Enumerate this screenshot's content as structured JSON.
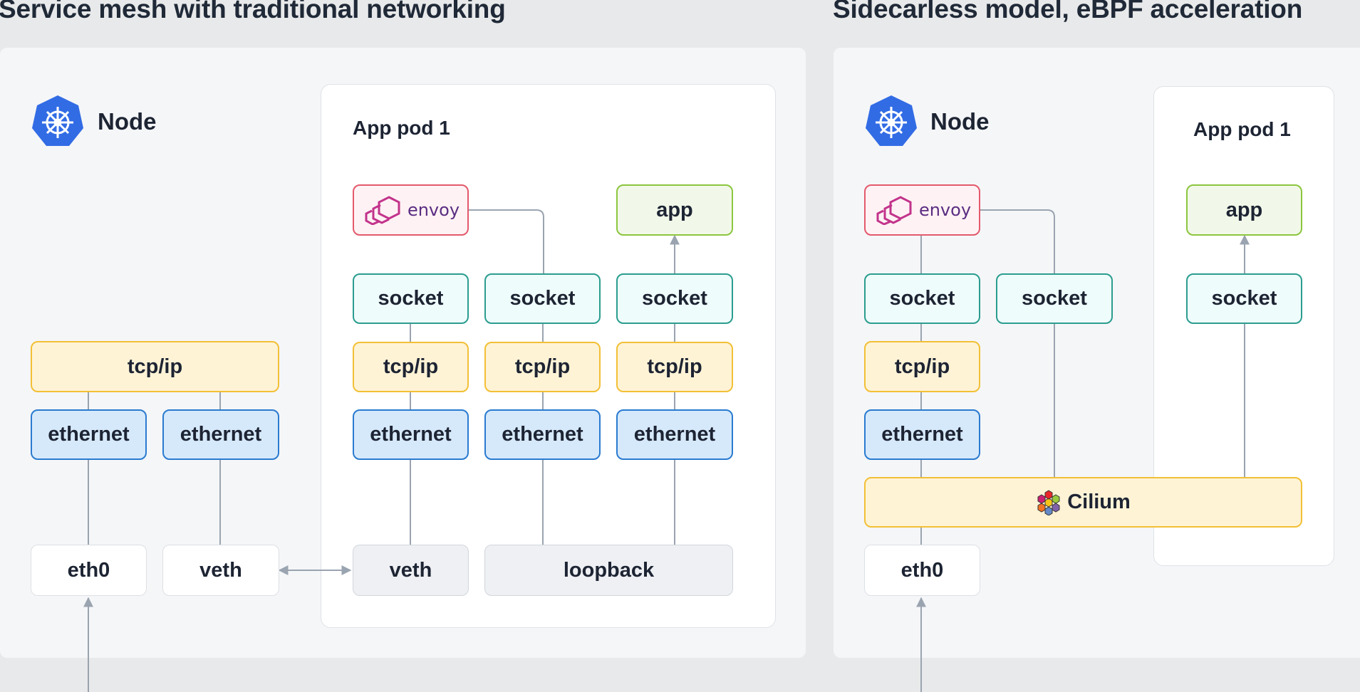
{
  "left": {
    "heading": "Service mesh with traditional networking",
    "node_label": "Node",
    "pod_label": "App pod 1",
    "envoy": "envoy",
    "app": "app",
    "socket": "socket",
    "tcpip": "tcp/ip",
    "ethernet": "ethernet",
    "eth0": "eth0",
    "veth": "veth",
    "loopback": "loopback"
  },
  "right": {
    "heading": "Sidecarless model, eBPF acceleration",
    "node_label": "Node",
    "pod_label": "App pod 1",
    "envoy": "envoy",
    "app": "app",
    "socket": "socket",
    "tcpip": "tcp/ip",
    "ethernet": "ethernet",
    "cilium": "Cilium",
    "eth0": "eth0"
  },
  "colors": {
    "kubernetes_blue": "#326ce5",
    "socket_border": "#2b9d8f",
    "tcp_border": "#f2c036",
    "ethernet_border": "#2a7bd0",
    "app_border": "#8cc63f",
    "envoy_border": "#e35a6c",
    "connector": "#9aa4b0"
  },
  "icons": [
    "kubernetes-helm-icon",
    "envoy-logo-icon",
    "cilium-logo-icon"
  ]
}
